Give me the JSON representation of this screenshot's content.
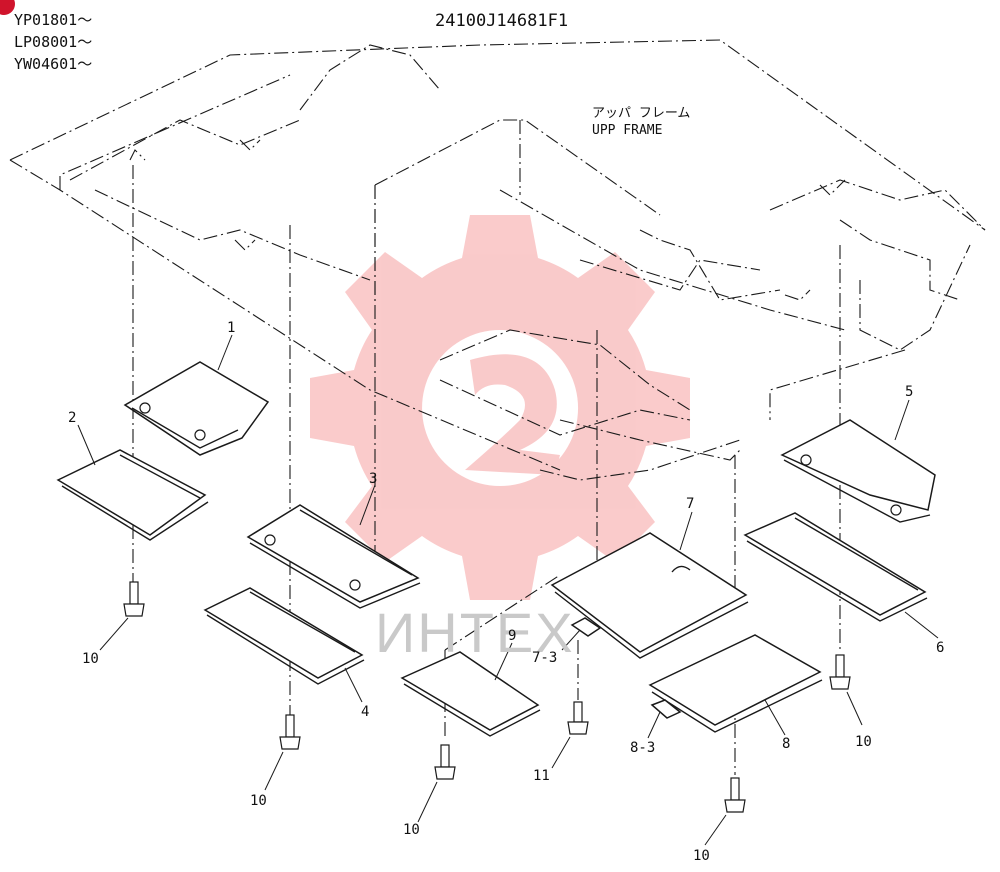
{
  "serials": [
    "YP01801～",
    "LP08001～",
    "YW04601～"
  ],
  "drawing_number": "24100J14681F1",
  "frame_label": {
    "jp": "アッパ フレーム",
    "en": "UPP FRAME"
  },
  "watermark": "ИНТЕХ",
  "callouts": [
    "1",
    "2",
    "3",
    "4",
    "5",
    "6",
    "7",
    "7-3",
    "8",
    "8-3",
    "9",
    "10",
    "10",
    "10",
    "10",
    "10",
    "11"
  ],
  "colors": {
    "line": "#1a1a1a",
    "watermark_gear": "#f06b6b",
    "watermark_text": "#c9c9c9",
    "badge": "#d0142c"
  }
}
